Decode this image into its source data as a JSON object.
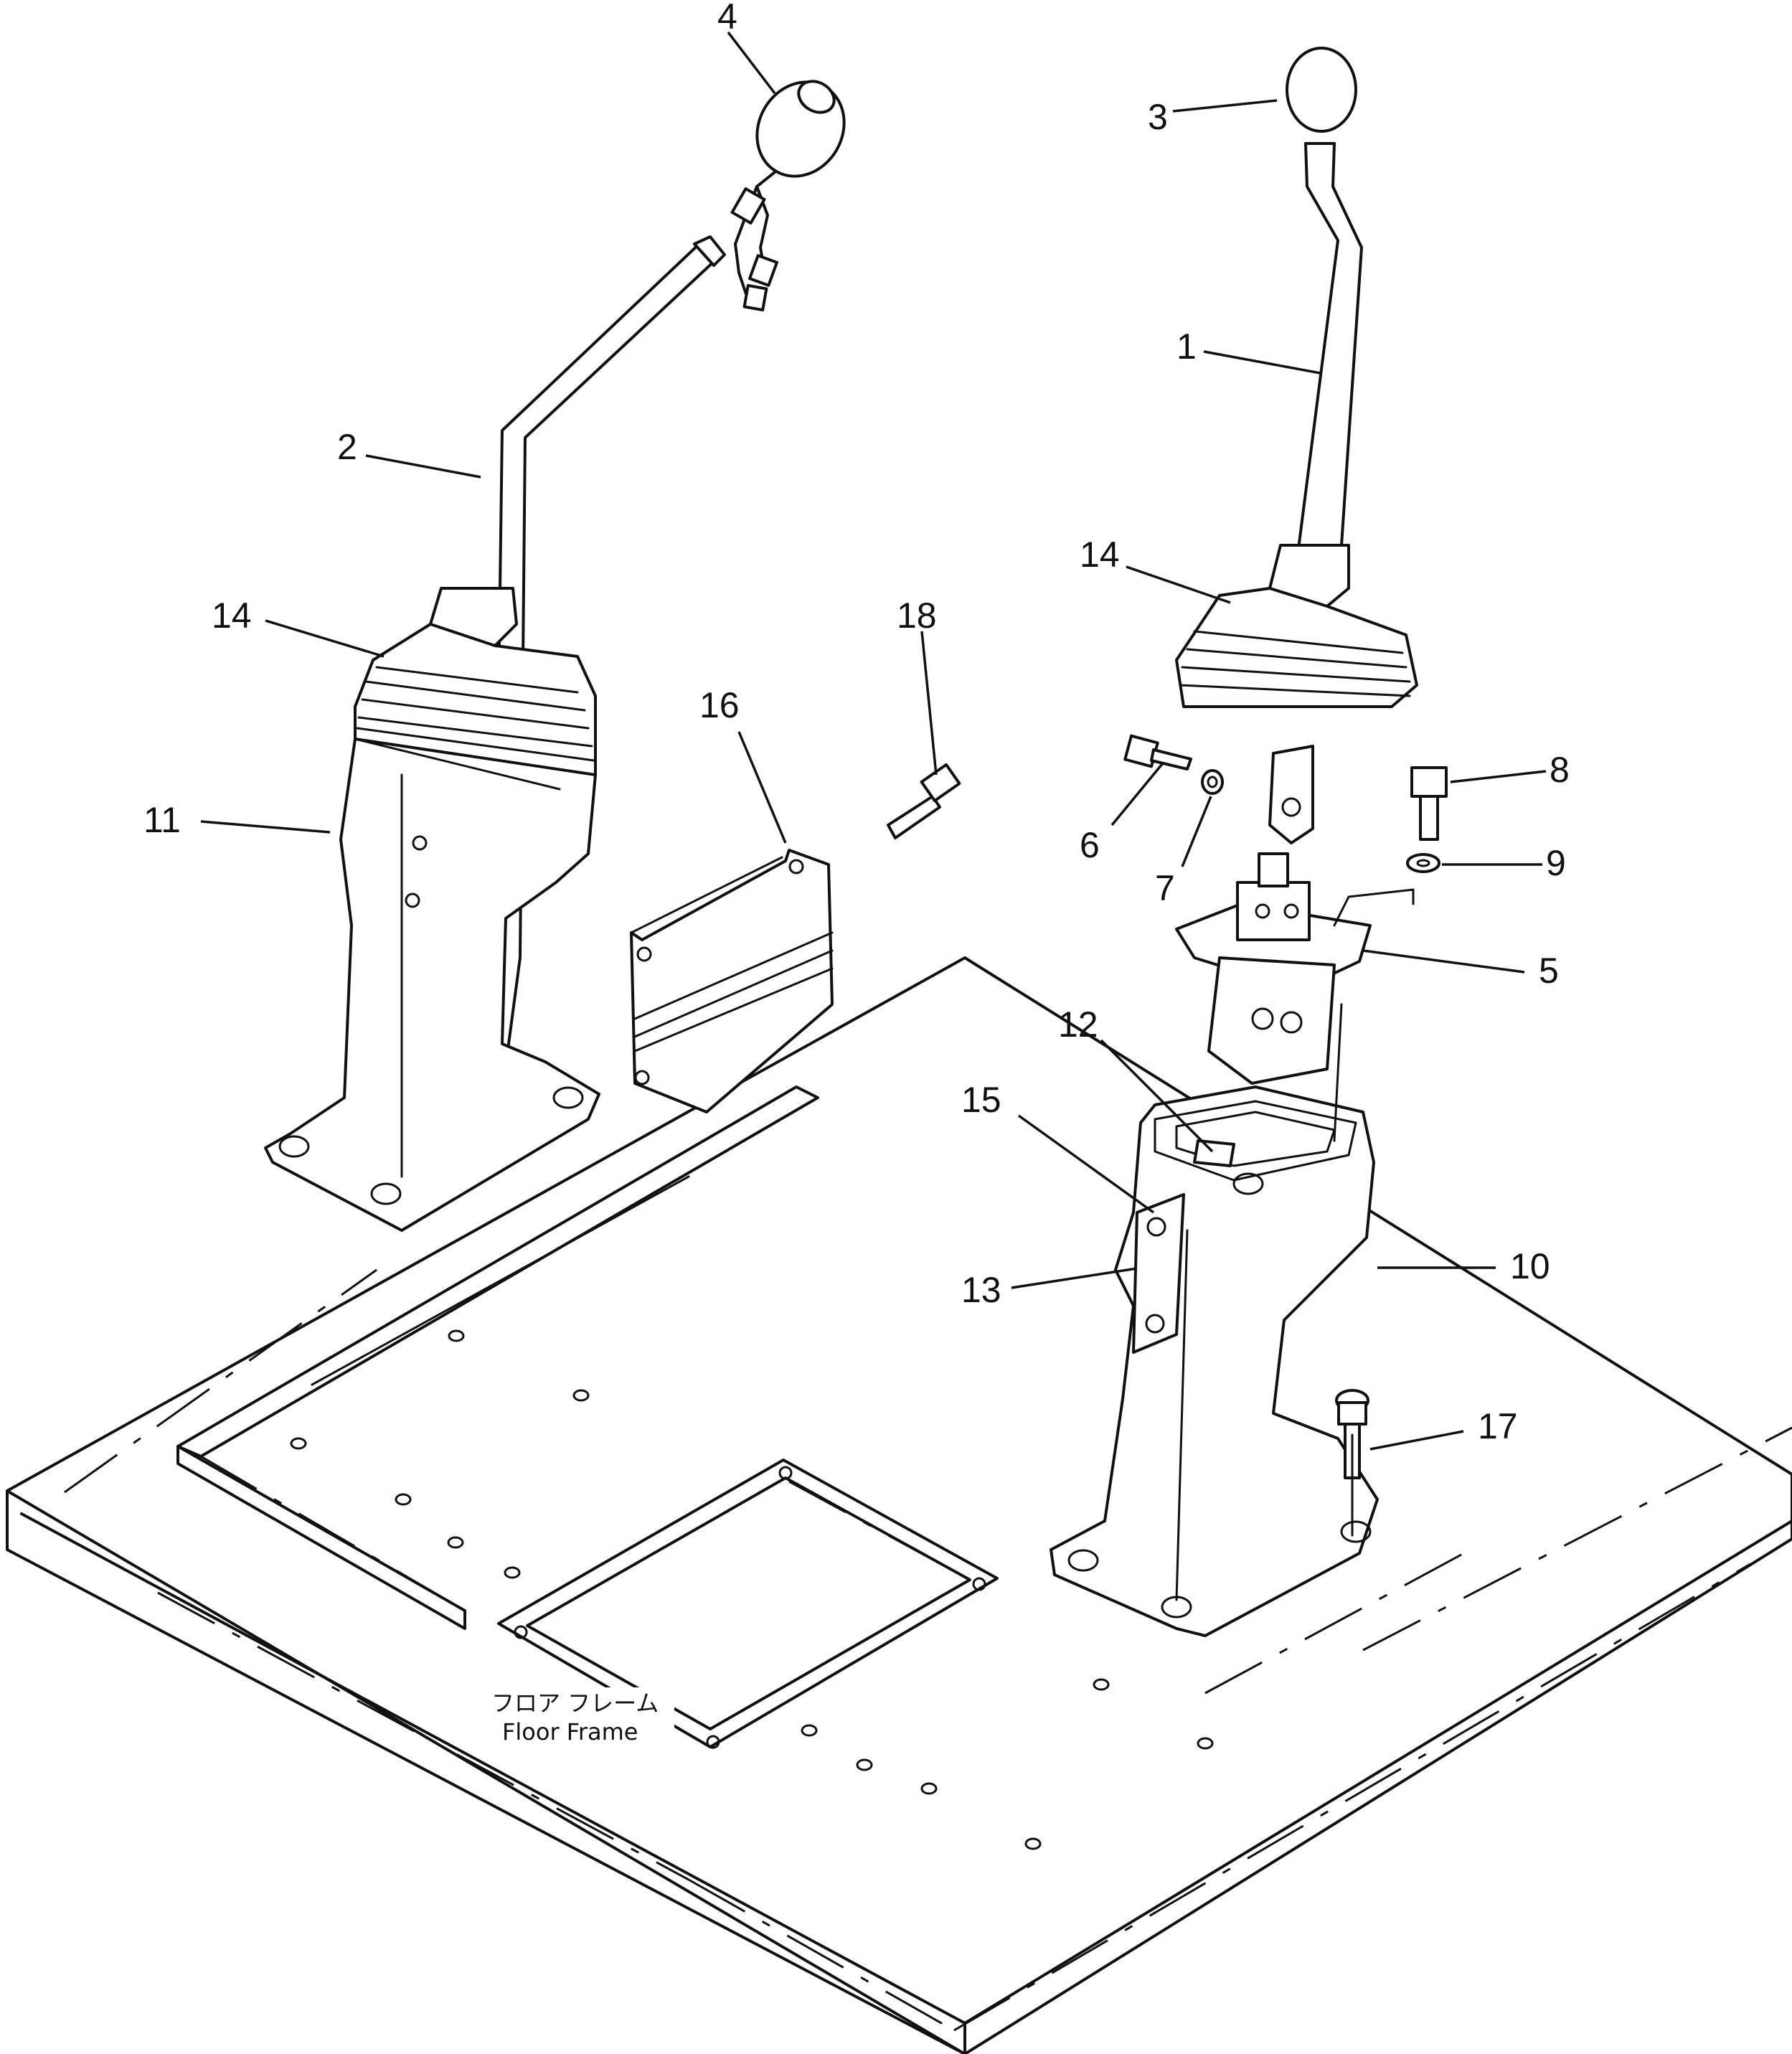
{
  "parts": [
    {
      "id": "part-1",
      "label": "1"
    },
    {
      "id": "part-2",
      "label": "2"
    },
    {
      "id": "part-3",
      "label": "3"
    },
    {
      "id": "part-4",
      "label": "4"
    },
    {
      "id": "part-5",
      "label": "5"
    },
    {
      "id": "part-6",
      "label": "6"
    },
    {
      "id": "part-7",
      "label": "7"
    },
    {
      "id": "part-8",
      "label": "8"
    },
    {
      "id": "part-9",
      "label": "9"
    },
    {
      "id": "part-10",
      "label": "10"
    },
    {
      "id": "part-11",
      "label": "11"
    },
    {
      "id": "part-12",
      "label": "12"
    },
    {
      "id": "part-13",
      "label": "13"
    },
    {
      "id": "part-14a",
      "label": "14"
    },
    {
      "id": "part-14b",
      "label": "14"
    },
    {
      "id": "part-15",
      "label": "15"
    },
    {
      "id": "part-16",
      "label": "16"
    },
    {
      "id": "part-17",
      "label": "17"
    },
    {
      "id": "part-18",
      "label": "18"
    }
  ],
  "floor_frame": {
    "label_jp": "フロア フレーム",
    "label_en": "Floor Frame"
  }
}
